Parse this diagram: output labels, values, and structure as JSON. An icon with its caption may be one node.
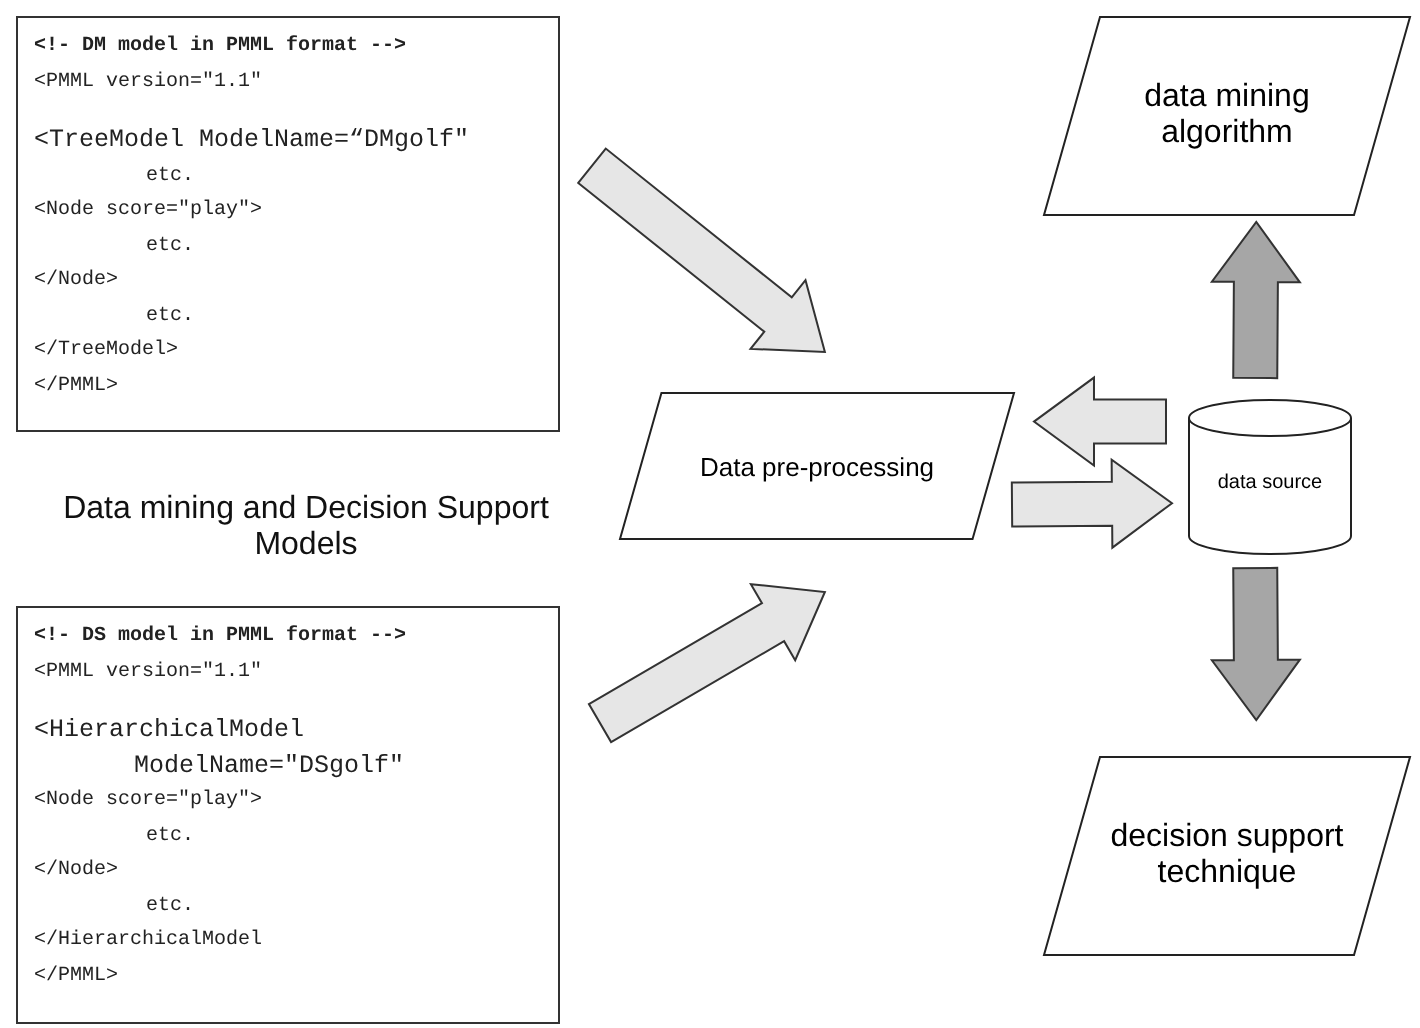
{
  "diagram": {
    "nodes": [
      {
        "text": [
          "<!- DM model in PMML format -->",
          "<PMML version=\"1.1\"",
          "<TreeModel ModelName=“DMgolf\"",
          "etc.",
          "<Node score=\"play\">",
          "etc.",
          "</Node>",
          "etc.",
          "</TreeModel>",
          "</PMML>"
        ]
      },
      {
        "text": [
          "<!- DS model in PMML format -->",
          "<PMML version=\"1.1\"",
          "<HierarchicalModel",
          "ModelName=\"DSgolf\"",
          "<Node score=\"play\">",
          "etc.",
          "</Node>",
          "etc.",
          "</HierarchicalModel",
          "</PMML>"
        ]
      },
      {
        "text": [
          "Data pre-processing"
        ]
      },
      {
        "text": [
          "data source"
        ]
      },
      {
        "text": [
          "data mining algorithm"
        ]
      },
      {
        "text": [
          "decision support technique"
        ]
      }
    ],
    "edges": [
      {
        "from": 0,
        "to": 2,
        "arrow": "to",
        "style": "thick"
      },
      {
        "from": 1,
        "to": 2,
        "arrow": "to",
        "style": "thick"
      },
      {
        "from": 3,
        "to": 2,
        "arrow": "to",
        "style": "thick"
      },
      {
        "from": 2,
        "to": 3,
        "arrow": "to",
        "style": "thick"
      },
      {
        "from": 3,
        "to": 4,
        "arrow": "to",
        "style": "thick",
        "color": "#a6a6a6"
      },
      {
        "from": 3,
        "to": 5,
        "arrow": "to",
        "style": "thick",
        "color": "#a6a6a6"
      }
    ],
    "labels": [
      "Data mining and Decision Support Models"
    ]
  }
}
